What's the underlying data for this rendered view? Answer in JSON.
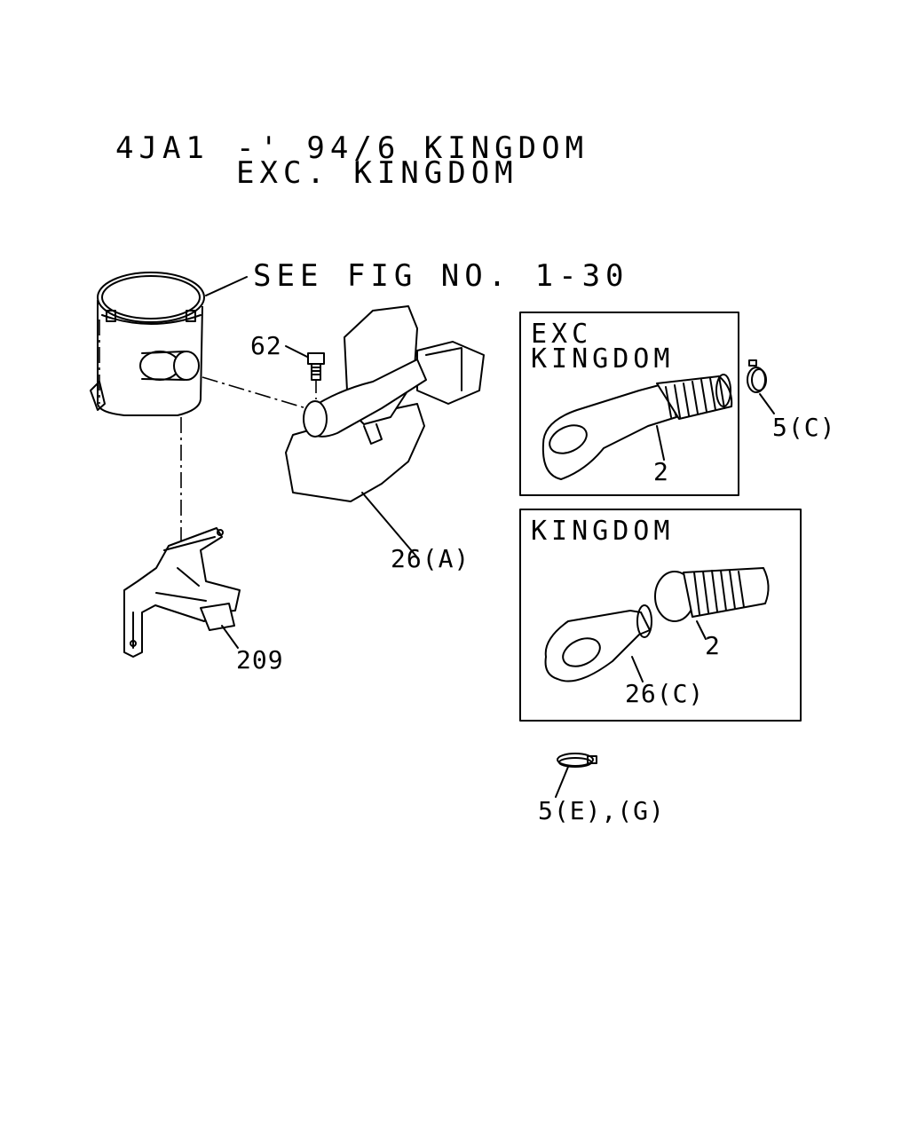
{
  "header": {
    "engine": "4JA1",
    "line1": "-' 94/6 KINGDOM",
    "line2": "EXC. KINGDOM"
  },
  "reference": {
    "see_fig": "SEE FIG NO. 1-30"
  },
  "boxes": {
    "exc_kingdom": {
      "line1": "EXC",
      "line2": "KINGDOM"
    },
    "kingdom": {
      "title": "KINGDOM"
    }
  },
  "callouts": {
    "bolt": "62",
    "duct_a": "26(A)",
    "bracket": "209",
    "clamp_c": "5(C)",
    "hose_exc": "2",
    "hose_kingdom": "2",
    "duct_c": "26(C)",
    "clamp_eg": "5(E),(G)"
  }
}
